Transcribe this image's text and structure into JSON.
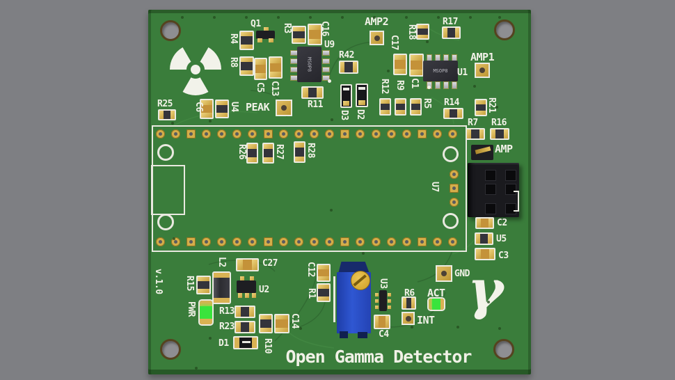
{
  "image_type": "3d-render-of-pcb",
  "board": {
    "title": "Open Gamma Detector",
    "version_label": "v.1.0",
    "gamma_symbol": "γ",
    "icons": {
      "radiation_symbol": "trefoil",
      "gamma_symbol": "greek-gamma"
    },
    "chip_markings": {
      "u9": "MSOP8",
      "u1": "MSOP8"
    },
    "labels": {
      "q1": "Q1",
      "r3": "R3",
      "c16": "C16",
      "r4": "R4",
      "r8": "R8",
      "u9": "U9",
      "r42": "R42",
      "amp2": "AMP2",
      "r18": "R18",
      "r17": "R17",
      "c17": "C17",
      "c1": "C1",
      "u1": "U1",
      "amp1": "AMP1",
      "r12": "R12",
      "r9": "R9",
      "r5": "R5",
      "r14": "R14",
      "r21": "R21",
      "r7": "R7",
      "r16": "R16",
      "amp": "AMP",
      "r25": "R25",
      "c6": "C6",
      "u4": "U4",
      "c5": "C5",
      "c13": "C13",
      "peak": "PEAK",
      "r11": "R11",
      "d3": "D3",
      "d2": "D2",
      "r26": "R26",
      "r27": "R27",
      "r28": "R28",
      "u7": "U7",
      "c2": "C2",
      "u5": "U5",
      "c3": "C3",
      "gnd": "GND",
      "r15": "R15",
      "pwr": "PWR",
      "l2": "L2",
      "c27": "C27",
      "u2": "U2",
      "r13": "R13",
      "r23": "R23",
      "d1": "D1",
      "r10": "R10",
      "c14": "C14",
      "c12": "C12",
      "r1": "R1",
      "u3": "U3",
      "r6": "R6",
      "act": "ACT",
      "int": "INT",
      "c4": "C4"
    }
  },
  "colors": {
    "background_gray": "#7e7f83",
    "board_green": "#3a7d3b",
    "board_edge_green": "#2b5e2c",
    "silkscreen_white": "#f1f1e7",
    "pad_gold": "#c9a23f",
    "component_dark": "#34343b",
    "capacitor_tan": "#c49239",
    "led_green": "#39e43c",
    "trimmer_blue": "#2f57d2",
    "screw_gold": "#d9ad2f",
    "connector_black": "#1a1a1e"
  }
}
